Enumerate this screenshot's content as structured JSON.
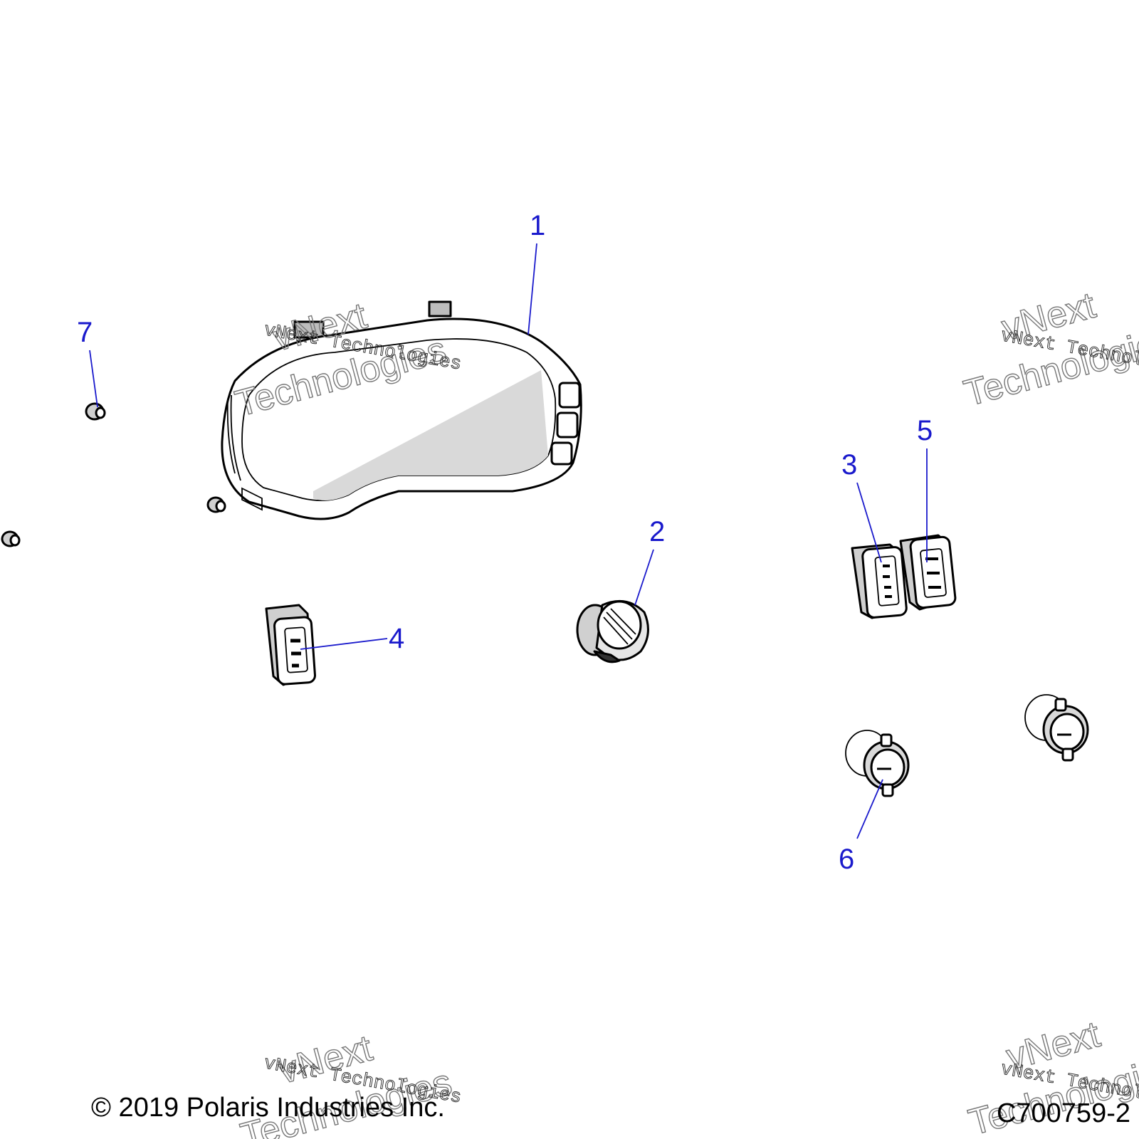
{
  "diagram": {
    "callouts": [
      {
        "id": "1",
        "label": "1"
      },
      {
        "id": "2",
        "label": "2"
      },
      {
        "id": "3",
        "label": "3"
      },
      {
        "id": "4",
        "label": "4"
      },
      {
        "id": "5",
        "label": "5"
      },
      {
        "id": "6",
        "label": "6"
      },
      {
        "id": "7",
        "label": "7"
      }
    ],
    "callout_color": "#1a1acc"
  },
  "footer": {
    "copyright": "© 2019 Polaris Industries Inc.",
    "drawing_number": "C700759-2"
  },
  "watermark": {
    "line_small": "vNext Technologies",
    "line_big_1": "vNext",
    "line_big_2": "Technologies"
  }
}
